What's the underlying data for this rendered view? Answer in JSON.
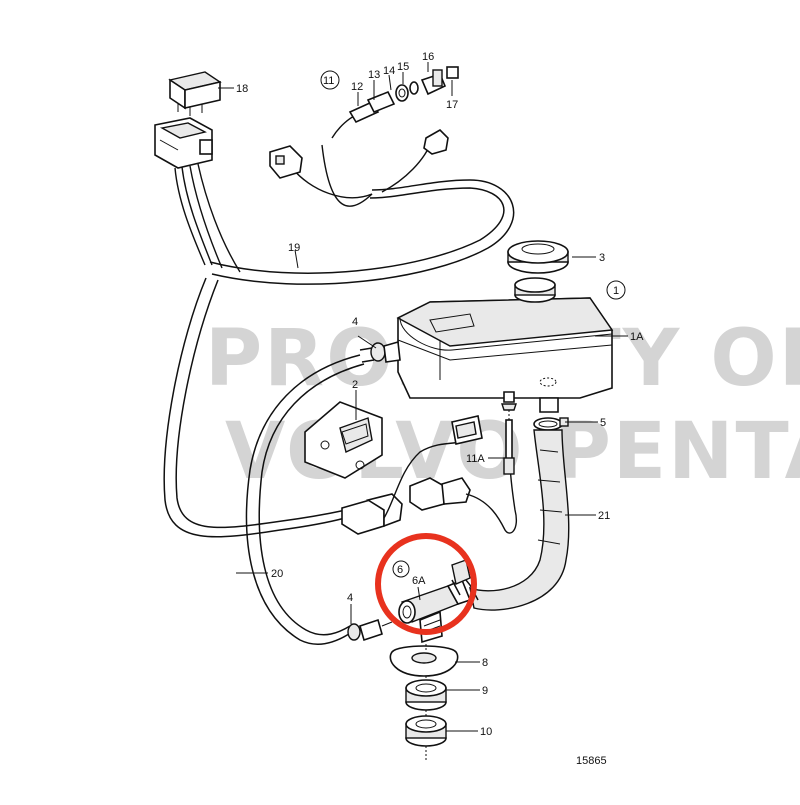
{
  "watermark": {
    "line1": "PROPERTY OF",
    "line2": "VOLVO PENTA"
  },
  "drawing_number": "15865",
  "highlight": {
    "color": "#e8321e",
    "target": "6A"
  },
  "callouts": {
    "c1": "1",
    "c1A": "1A",
    "c2": "2",
    "c3": "3",
    "c4a": "4",
    "c4b": "4",
    "c5": "5",
    "c6": "6",
    "c6A": "6A",
    "c8": "8",
    "c9": "9",
    "c10": "10",
    "c11": "11",
    "c11A": "11A",
    "c12": "12",
    "c13": "13",
    "c14": "14",
    "c15": "15",
    "c16": "16",
    "c17": "17",
    "c18": "18",
    "c19": "19",
    "c20": "20",
    "c21": "21"
  }
}
